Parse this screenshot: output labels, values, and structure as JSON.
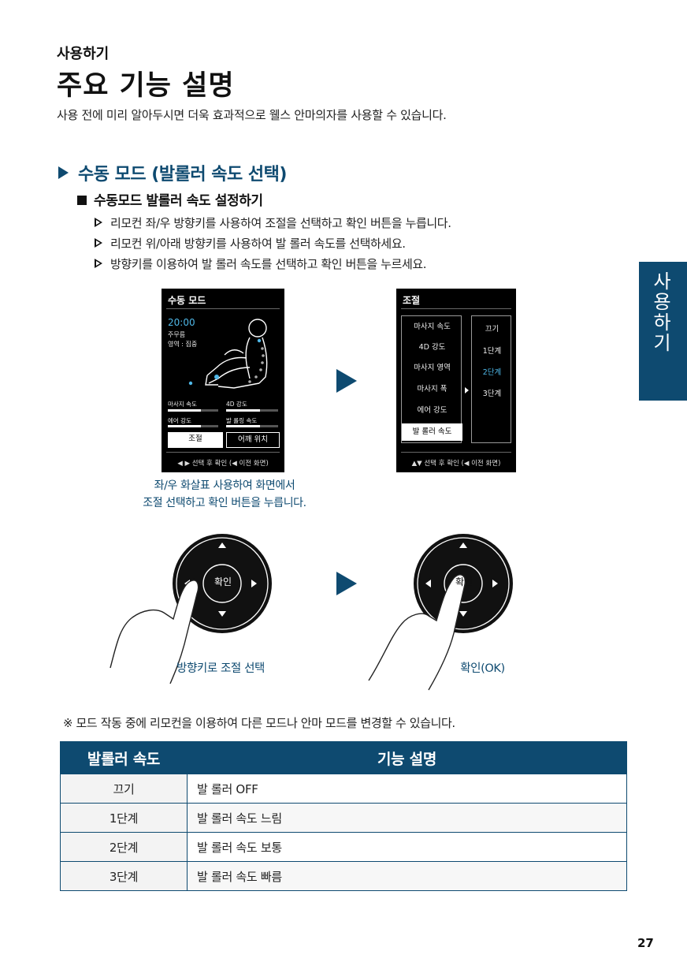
{
  "section_label": "사용하기",
  "page_title": "주요 기능 설명",
  "intro": "사용 전에 미리 알아두시면 더욱 효과적으로 웰스 안마의자를 사용할 수 있습니다.",
  "mode_heading": "수동 모드 (발롤러 속도 선택)",
  "sub_heading": "수동모드 발롤러 속도 설정하기",
  "steps": [
    "리모컨 좌/우 방향키를 사용하여 조절을 선택하고 확인 버튼을 누릅니다.",
    "리모컨 위/아래 방향키를 사용하여 발 롤러 속도를 선택하세요.",
    "방향키를 이용하여 발 롤러 속도를 선택하고 확인 버튼을 누르세요."
  ],
  "side_tab": "사용하기",
  "screen1": {
    "title": "수동 모드",
    "time": "20:00",
    "info1": "주무름",
    "info2": "영역 : 집중",
    "bars": [
      {
        "label": "마사지 속도",
        "level": 0.65
      },
      {
        "label": "4D 강도",
        "level": 0.65
      },
      {
        "label": "에어 강도",
        "level": 0.65
      },
      {
        "label": "발 롤링 속도",
        "level": 0.65
      }
    ],
    "btn_selected": "조절",
    "btn_other": "어깨 위치",
    "footer": "◀ ▶ 선택 후 확인 (◀ 이전 화면)"
  },
  "screen2": {
    "title": "조절",
    "menu": [
      "마사지 속도",
      "4D 강도",
      "마사지 영역",
      "마사지 폭",
      "에어 강도",
      "발 롤러 속도"
    ],
    "selected_menu_index": 5,
    "options": [
      "끄기",
      "1단계",
      "2단계",
      "3단계"
    ],
    "selected_option_index": 2,
    "footer": "▲▼ 선택 후 확인 (◀ 이전 화면)"
  },
  "caption_screen": [
    "좌/우 화살표 사용하여 화면에서",
    "조절 선택하고 확인 버튼을 누릅니다."
  ],
  "remote_button": "확인",
  "caption_remote1": "방향키로 조절 선택",
  "caption_remote2": "확인(OK)",
  "note": "※ 모드 작동 중에 리모컨을 이용하여 다른 모드나 안마 모드를 변경할 수 있습니다.",
  "table": {
    "headers": [
      "발롤러 속도",
      "기능 설명"
    ],
    "rows": [
      [
        "끄기",
        "발 롤러 OFF"
      ],
      [
        "1단계",
        "발 롤러 속도 느림"
      ],
      [
        "2단계",
        "발 롤러 속도 보통"
      ],
      [
        "3단계",
        "발 롤러 속도 빠름"
      ]
    ]
  },
  "page_number": "27",
  "colors": {
    "brand": "#0e4a70",
    "highlight": "#4fb8e8"
  }
}
